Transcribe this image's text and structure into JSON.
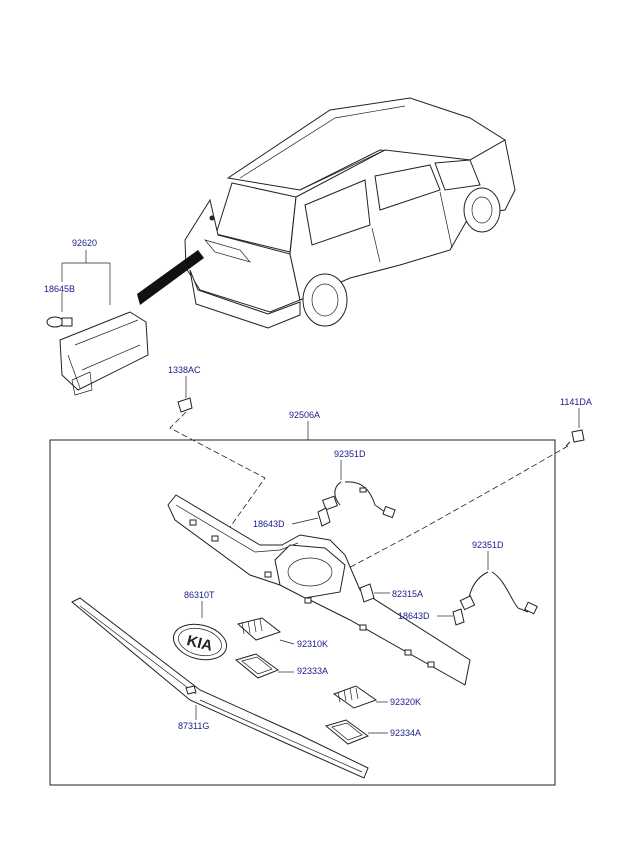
{
  "labels": {
    "p92620": "92620",
    "p18645B": "18645B",
    "p1338AC": "1338AC",
    "p92506A": "92506A",
    "p1141DA": "1141DA",
    "p92351D_a": "92351D",
    "p18643D_a": "18643D",
    "p92351D_b": "92351D",
    "p82315A": "82315A",
    "p18643D_b": "18643D",
    "p86310T": "86310T",
    "p92310K": "92310K",
    "p92333A": "92333A",
    "p92320K": "92320K",
    "p87311G": "87311G",
    "p92334A": "92334A"
  },
  "logo_text": "KIA",
  "colors": {
    "label": "#1a1a8c",
    "line": "#222222",
    "background": "#ffffff"
  }
}
